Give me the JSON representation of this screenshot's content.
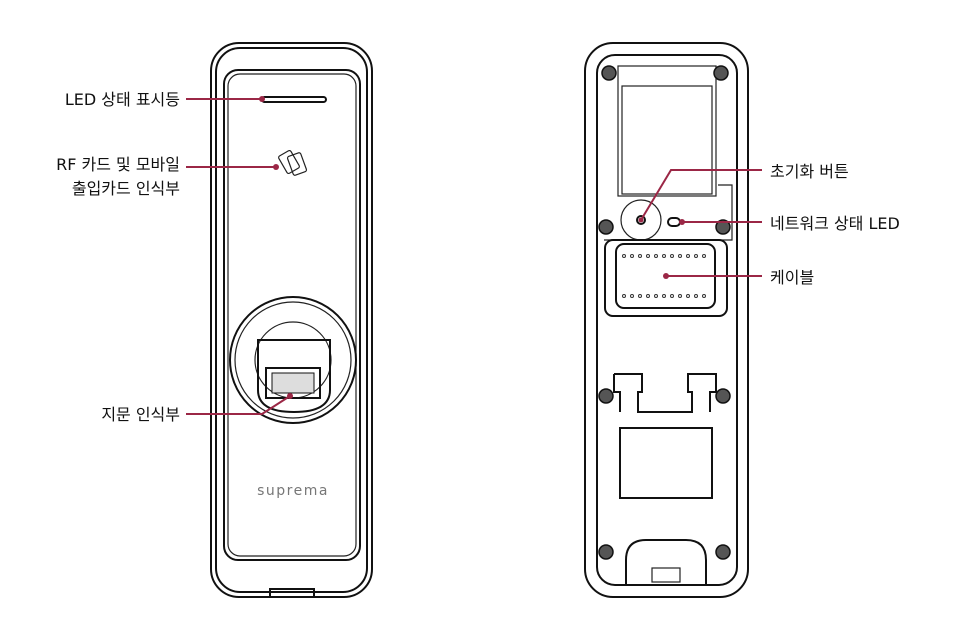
{
  "front": {
    "labels": {
      "led": "LED 상태 표시등",
      "rf_line1": "RF 카드 및 모바일",
      "rf_line2": "출입카드 인식부",
      "fingerprint": "지문 인식부"
    },
    "logo": "suprema"
  },
  "back": {
    "labels": {
      "reset": "초기화 버튼",
      "network_led": "네트워크 상태 LED",
      "cable": "케이블"
    }
  },
  "colors": {
    "callout": "#9b2746",
    "outline": "#111111"
  }
}
